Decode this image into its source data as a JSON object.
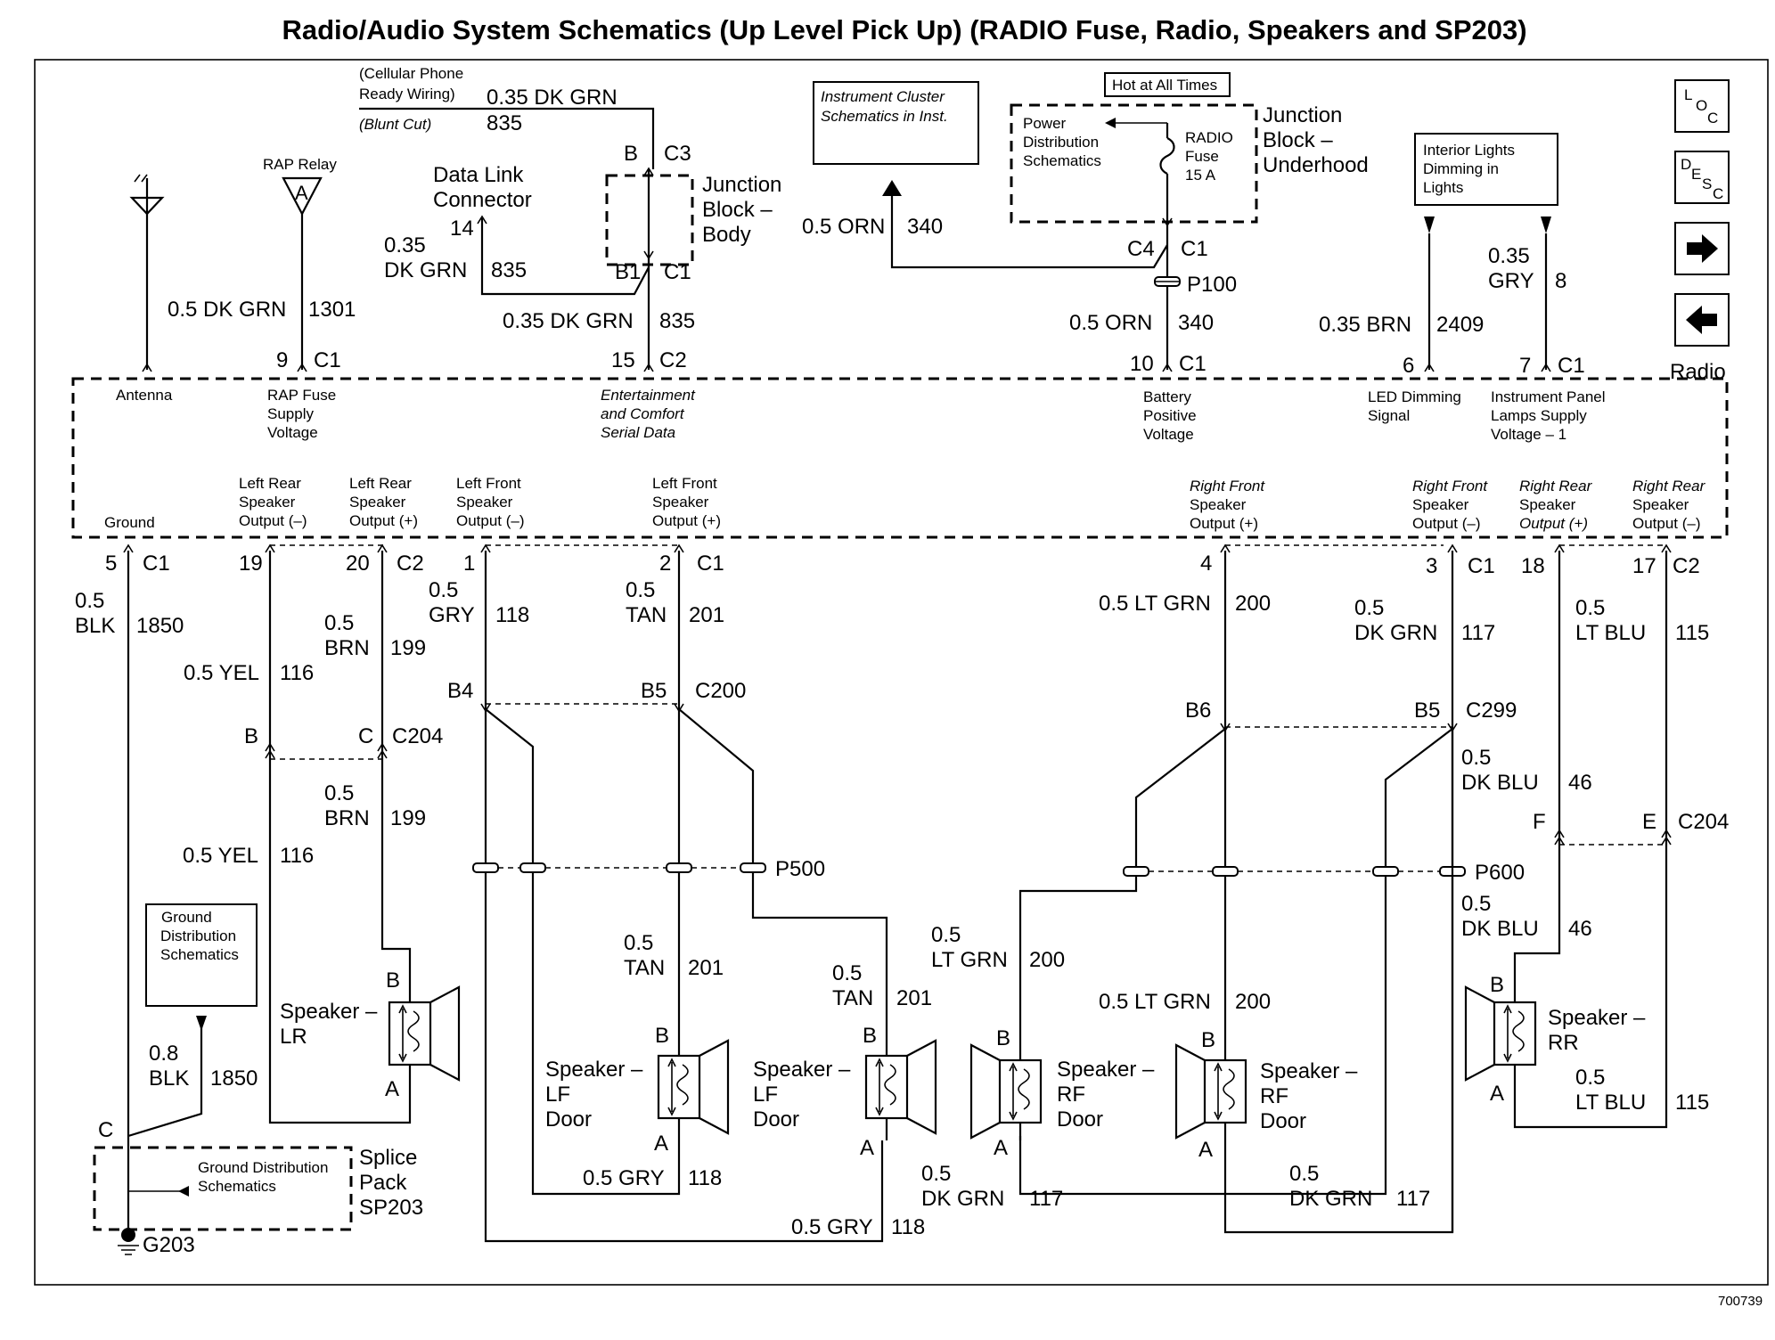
{
  "title": "Radio/Audio System Schematics (Up Level Pick Up) (RADIO Fuse, Radio, Speakers and SP203)",
  "figure_id": "700739",
  "nav": {
    "loc": [
      "L",
      "O",
      "C"
    ],
    "desc": [
      "D",
      "E",
      "S",
      "C"
    ],
    "next_icon": "arrow-right-icon",
    "prev_icon": "arrow-left-icon"
  },
  "refs": {
    "cluster": [
      "Instrument Cluster",
      "Schematics in Inst."
    ],
    "hot": "Hot at All Times",
    "power": [
      "Power",
      "Distribution",
      "Schematics"
    ],
    "fuse": [
      "RADIO",
      "Fuse",
      "15 A"
    ],
    "jbu": [
      "Junction",
      "Block –",
      "Underhood"
    ],
    "interior": [
      "Interior Lights",
      "Dimming in",
      "Lights"
    ],
    "ground_dist": [
      "Ground",
      "Distribution",
      "Schematics"
    ],
    "ground_dist2": [
      "Ground Distribution",
      "Schematics"
    ],
    "rap": "RAP Relay",
    "rap_letter": "A",
    "cell": [
      "(Cellular Phone",
      "Ready Wiring)",
      "(Blunt Cut)"
    ],
    "dlc": [
      "Data Link",
      "Connector"
    ],
    "jbb": [
      "Junction",
      "Block –",
      "Body"
    ],
    "splice": [
      "Splice",
      "Pack",
      "SP203"
    ],
    "ground": "G203",
    "radio": "Radio"
  },
  "wires": {
    "cell_wire": "0.35 DK GRN",
    "cell_circ": "835",
    "dlc_wire": [
      "0.35",
      "DK GRN"
    ],
    "dlc_circ": "835",
    "jb_wire": "0.35 DK GRN",
    "jb_circ": "835",
    "rap_wire": "0.5 DK GRN",
    "rap_circ": "1301",
    "cluster_wire": "0.5 ORN",
    "cluster_circ": "340",
    "bat_wire": "0.5 ORN",
    "bat_circ": "340",
    "led_wire": "0.35 BRN",
    "led_circ": "2409",
    "ip_wire": [
      "0.35",
      "GRY"
    ],
    "ip_circ": "8",
    "gnd_wire": [
      "0.5",
      "BLK"
    ],
    "gnd_circ": "1850",
    "gnd2_wire": [
      "0.8",
      "BLK"
    ],
    "gnd2_circ": "1850",
    "lrm_wire": "0.5 YEL",
    "lrm_circ": "116",
    "lrm2_wire": "0.5 YEL",
    "lrm2_circ": "116",
    "lrp_wire": [
      "0.5",
      "BRN"
    ],
    "lrp_circ": "199",
    "lrp2_wire": [
      "0.5",
      "BRN"
    ],
    "lrp2_circ": "199",
    "lfm_wire": [
      "0.5",
      "GRY"
    ],
    "lfm_circ": "118",
    "lfp_wire": [
      "0.5",
      "TAN"
    ],
    "lfp_circ": "201",
    "lfp2_wire": [
      "0.5",
      "TAN"
    ],
    "lfp2_circ": "201",
    "lfp3_wire": [
      "0.5",
      "TAN"
    ],
    "lfp3_circ": "201",
    "lfm2_wire": "0.5 GRY",
    "lfm2_circ": "118",
    "lfm3_wire": "0.5 GRY",
    "lfm3_circ": "118",
    "rfp_wire": "0.5 LT GRN",
    "rfp_circ": "200",
    "rfp2_wire": [
      "0.5",
      "LT GRN"
    ],
    "rfp2_circ": "200",
    "rfp3_wire": "0.5 LT GRN",
    "rfp3_circ": "200",
    "rfm_wire": [
      "0.5",
      "DK GRN"
    ],
    "rfm_circ": "117",
    "rfm2_wire": [
      "0.5",
      "DK GRN"
    ],
    "rfm2_circ": "117",
    "rfm3_wire": [
      "0.5",
      "DK GRN"
    ],
    "rfm3_circ": "117",
    "rrp_wire": [
      "0.5",
      "DK BLU"
    ],
    "rrp_circ": "46",
    "rrp2_wire": [
      "0.5",
      "DK BLU"
    ],
    "rrp2_circ": "46",
    "rrm_wire": [
      "0.5",
      "LT BLU"
    ],
    "rrm_circ": "115",
    "rrm2_wire": [
      "0.5",
      "LT BLU"
    ],
    "rrm2_circ": "115"
  },
  "pins": {
    "cellB": "B",
    "c3": "C3",
    "b1": "B1",
    "c1_jb": "C1",
    "dlc14": "14",
    "c4": "C4",
    "c1_jbu": "C1",
    "p100": "P100",
    "p9": "9",
    "c1_9": "C1",
    "p15": "15",
    "c2_15": "C2",
    "p10": "10",
    "c1_10": "C1",
    "p6": "6",
    "p7": "7",
    "c1_7": "C1",
    "p5": "5",
    "c1_5": "C1",
    "p19": "19",
    "p20": "20",
    "c2_20": "C2",
    "p1": "1",
    "p2": "2",
    "c1_2": "C1",
    "p4": "4",
    "p3": "3",
    "c1_3": "C1",
    "p18": "18",
    "p17": "17",
    "c2_17": "C2",
    "b4": "B4",
    "b5": "B5",
    "c200": "C200",
    "b6": "B6",
    "b5r": "B5",
    "c299": "C299",
    "bB": "B",
    "cC": "C",
    "c204": "C204",
    "fF": "F",
    "eE": "E",
    "c204r": "C204",
    "p500": "P500",
    "p600": "P600",
    "gC": "C",
    "spB": "B",
    "spA": "A"
  },
  "radio_inputs": {
    "antenna": "Antenna",
    "rap": [
      "RAP Fuse",
      "Supply",
      "Voltage"
    ],
    "serial": [
      "Entertainment",
      "and Comfort",
      "Serial Data"
    ],
    "battery": [
      "Battery",
      "Positive",
      "Voltage"
    ],
    "led": [
      "LED Dimming",
      "Signal"
    ],
    "ip": [
      "Instrument Panel",
      "Lamps Supply",
      "Voltage – 1"
    ]
  },
  "radio_outputs": {
    "ground": "Ground",
    "lrm": [
      "Left Rear",
      "Speaker",
      "Output (–)"
    ],
    "lrp": [
      "Left Rear",
      "Speaker",
      "Output (+)"
    ],
    "lfm": [
      "Left Front",
      "Speaker",
      "Output (–)"
    ],
    "lfp": [
      "Left Front",
      "Speaker",
      "Output (+)"
    ],
    "rfp": [
      "Right Front",
      "Speaker",
      "Output (+)"
    ],
    "rfm": [
      "Right Front",
      "Speaker",
      "Output (–)"
    ],
    "rrp": [
      "Right Rear",
      "Speaker",
      "Output (+)"
    ],
    "rrm": [
      "Right Rear",
      "Speaker",
      "Output (–)"
    ]
  },
  "speakers": {
    "lr": [
      "Speaker –",
      "LR"
    ],
    "lf1": [
      "Speaker –",
      "LF",
      "Door"
    ],
    "lf2": [
      "Speaker –",
      "LF",
      "Door"
    ],
    "rf1": [
      "Speaker –",
      "RF",
      "Door"
    ],
    "rf2": [
      "Speaker –",
      "RF",
      "Door"
    ],
    "rr": [
      "Speaker –",
      "RR"
    ]
  }
}
